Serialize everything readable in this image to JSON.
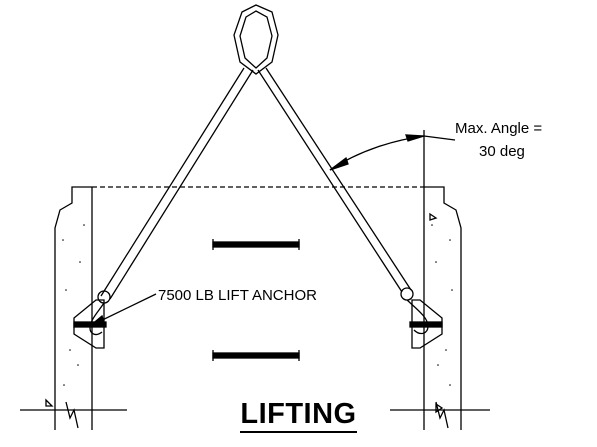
{
  "annotations": {
    "max_angle_line1": "Max. Angle =",
    "max_angle_line2": "30 deg",
    "lift_anchor": "7500 LB LIFT ANCHOR"
  },
  "title": "LIFTING",
  "colors": {
    "line": "#000000",
    "background": "#ffffff"
  }
}
